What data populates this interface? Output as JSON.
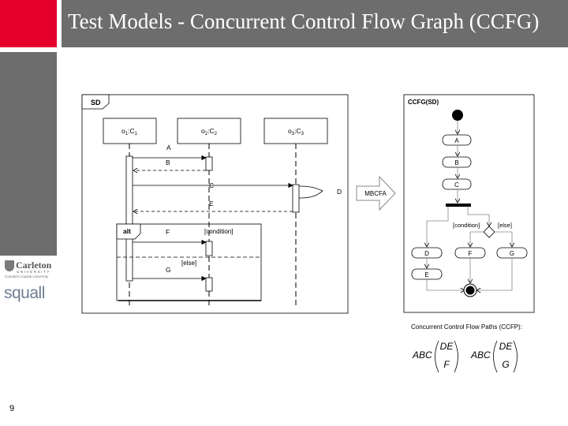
{
  "slide": {
    "title": "Test Models - Concurrent Control Flow Graph (CCFG)",
    "page_number": "9"
  },
  "branding": {
    "carleton_name": "Carleton",
    "carleton_subtitle": "UNIVERSITY",
    "carleton_tagline": "Canada's Capital University",
    "squall_name": "squall"
  },
  "sequence_diagram": {
    "frame_label": "SD",
    "lifelines": [
      "o1:C1",
      "o2:C2",
      "o3:C3"
    ],
    "messages": [
      "A",
      "B",
      "C",
      "D",
      "E",
      "F",
      "G"
    ],
    "fragment_label": "alt",
    "guard_condition": "[condition]",
    "guard_else": "[else]"
  },
  "transform": {
    "label": "MBCFA"
  },
  "ccfg": {
    "frame_label": "CCFG(SD)",
    "nodes": [
      "A",
      "B",
      "C",
      "D",
      "E",
      "F",
      "G"
    ],
    "guard_condition": "[condition]",
    "guard_else": "[else]"
  },
  "ccfp": {
    "heading": "Concurrent Control Flow Paths (CCFP):",
    "path1": {
      "prefix": "ABC",
      "top": "DE",
      "bottom": "F"
    },
    "path2": {
      "prefix": "ABC",
      "top": "DE",
      "bottom": "G"
    }
  }
}
